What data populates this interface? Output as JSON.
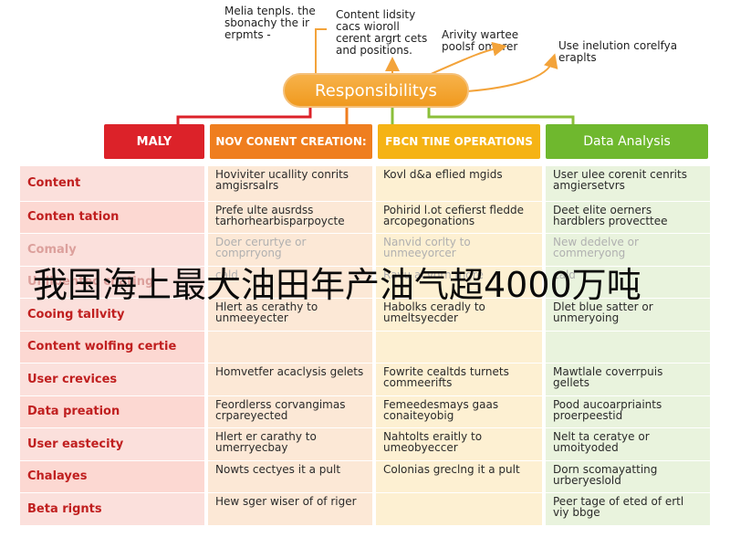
{
  "annotations": [
    "Melia tenpls. the sbonachy the ir erpmts -",
    "Content lidsity cacs wioroll cerent argrt cets and positions.",
    "Arivity wartee poolsf omerer",
    "Use inelution corelfya eraplts"
  ],
  "center_label": "Responsibilitys",
  "categories": [
    "MALY",
    "NOV CONENT CREATION:",
    "FBCN TINE OPERATIONS",
    "Data Analysis"
  ],
  "rows": [
    {
      "label": "Content",
      "a": "Hoviviter ucallity conrits amgisrsalrs",
      "b": "Kovl d&a eflied mgids",
      "c": "User ulee corenit cenrits amgiersetvrs"
    },
    {
      "label": "Conten tation",
      "a": "Prefe ulte ausrdss tarhorhearbisparpoycte",
      "b": "Pohirid l.ot cefierst fledde arcopegonations",
      "c": "Deet elite oerners hardblers provecttee"
    },
    {
      "label": "Comaly",
      "a": "Doer cerurtye or comprryong",
      "b": "Nanvid corlty to unmeeyorcer",
      "c": "New dedelve or commeryong"
    },
    {
      "label": "Unlipentec cnating",
      "a": "cald",
      "b": "Ravu acvorn mgre",
      "c": "cald"
    },
    {
      "label": "Cooing tallvity",
      "a": "Hlert as cerathy to unmeeyecter",
      "b": "Habolks ceradly to umeltsyecder",
      "c": "Dlet blue satter or unmeryoing"
    },
    {
      "label": "Content wolfing certie",
      "a": "",
      "b": "",
      "c": ""
    },
    {
      "label": "User crevices",
      "a": "Homvetfer acaclysis gelets",
      "b": "Fowrite cealtds turnets commeerifts",
      "c": "Mawtlale coverrpuis gellets"
    },
    {
      "label": "Data preation",
      "a": "Feordlerss corvangimas crpareyected",
      "b": "Femeedesmays gaas conaiteyobig",
      "c": "Pood aucoarpriaints proerpeestid"
    },
    {
      "label": "User eastecity",
      "a": "Hlert er carathy to umerryecbay",
      "b": "Nahtolts eraitly to umeobyeccer",
      "c": "Nelt ta ceratye or umoityoded"
    },
    {
      "label": "Chalayes",
      "a": "Nowts cectyes it a pult",
      "b": "Colonias greclng it a pult",
      "c": "Dorn scomayatting urberyeslold"
    },
    {
      "label": "Beta rignts",
      "a": "Hew sger wiser of of riger",
      "b": "",
      "c": "Peer tage of eted of ertl viy bbge"
    }
  ],
  "overlay_caption": "我国海上最大油田年产油气超4000万吨"
}
